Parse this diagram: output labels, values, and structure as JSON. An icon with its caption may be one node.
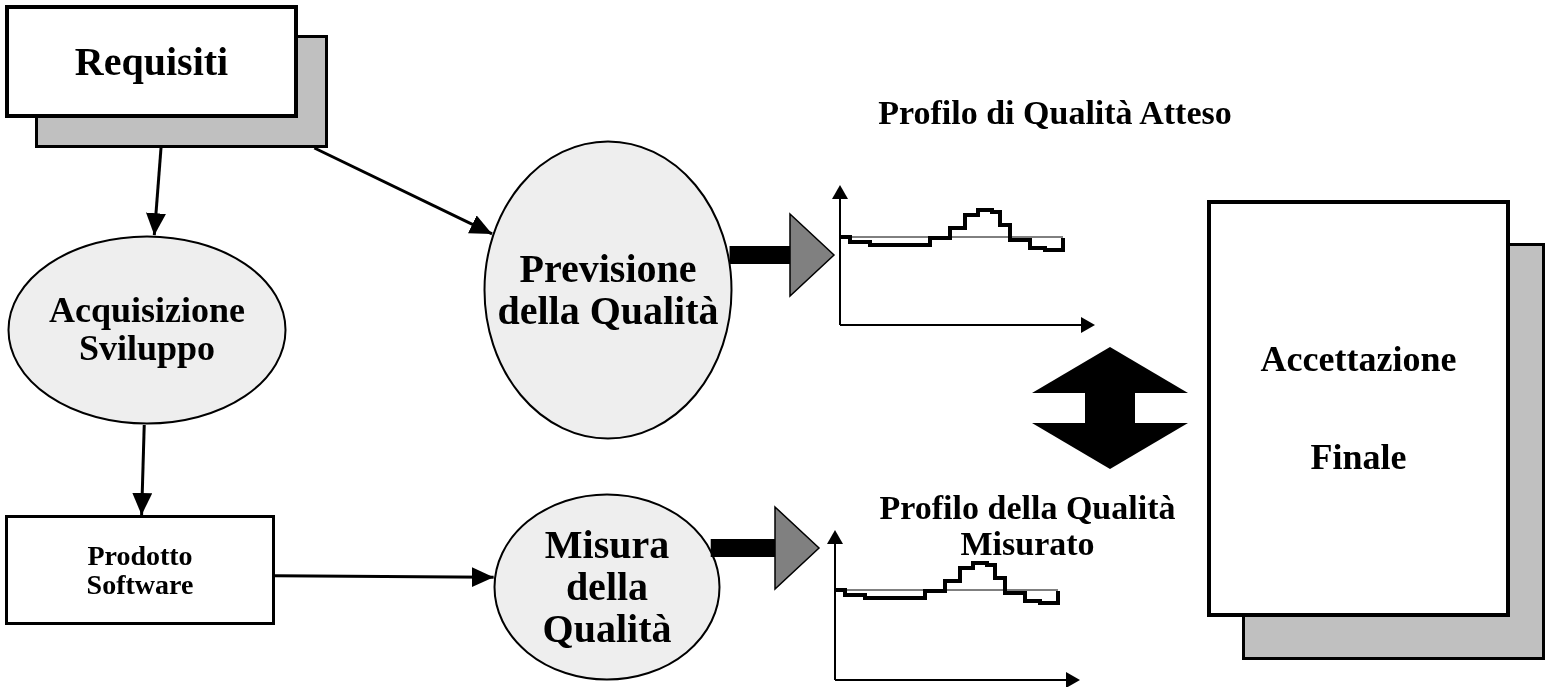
{
  "diagram": {
    "nodes": [
      {
        "text": [
          "Requisiti"
        ]
      },
      {
        "text": [
          "Acquisizione Sviluppo"
        ]
      },
      {
        "text": [
          "Prodotto Software"
        ]
      },
      {
        "text": [
          "Previsione della Qualità"
        ]
      },
      {
        "text": [
          "Misura della Qualità"
        ]
      },
      {
        "text": [
          "Profilo di Qualità Atteso"
        ]
      },
      {
        "text": [
          "Profilo della Qualità Misurato"
        ]
      },
      {
        "text": [
          "Accettazione",
          "Finale"
        ]
      }
    ],
    "edges": [
      {
        "from": 0,
        "to": 1,
        "arrow": "to"
      },
      {
        "from": 0,
        "to": 3,
        "arrow": "to"
      },
      {
        "from": 1,
        "to": 2,
        "arrow": "to"
      },
      {
        "from": 2,
        "to": 4,
        "arrow": "to"
      },
      {
        "from": 3,
        "to": 5,
        "arrow": "to",
        "style": "thick"
      },
      {
        "from": 4,
        "to": 6,
        "arrow": "to",
        "style": "thick"
      },
      {
        "from": 5,
        "to": 6,
        "arrow": "both",
        "style": "thick"
      }
    ]
  }
}
